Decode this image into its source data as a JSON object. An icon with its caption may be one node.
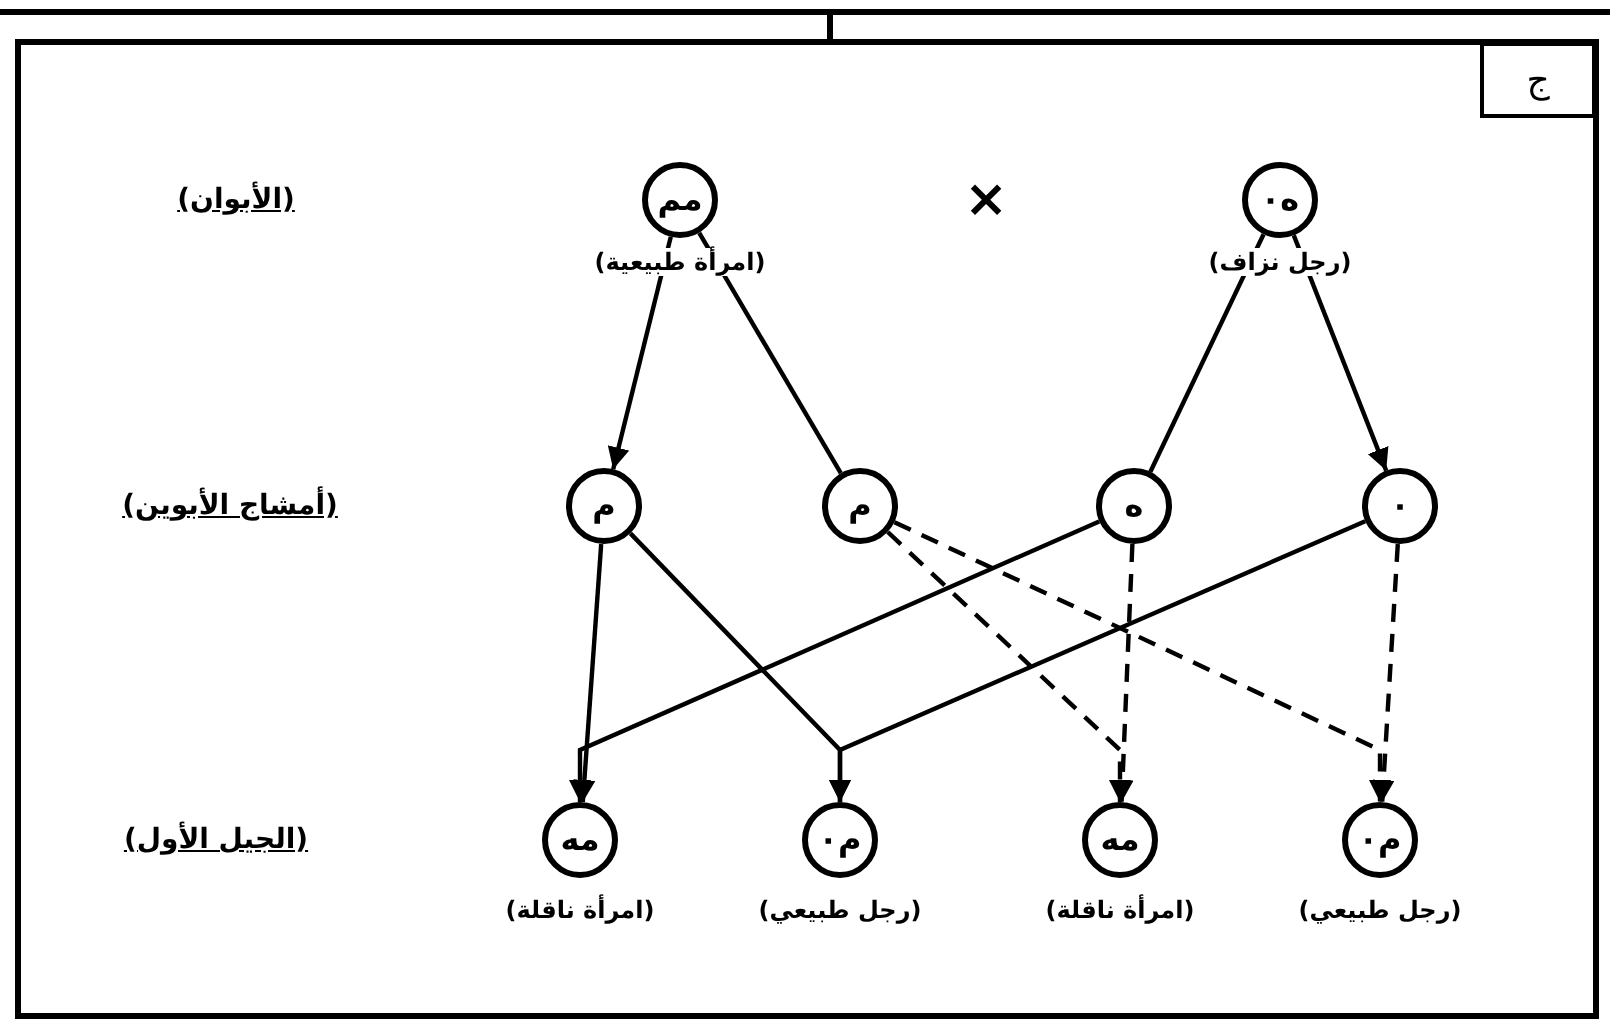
{
  "diagram": {
    "nodes": [
      {
        "text": [
          "مم"
        ],
        "beside": [
          "(امرأة طبيعية)"
        ]
      },
      {
        "text": [
          "ه٠"
        ],
        "beside": [
          "(رجل نزاف)"
        ]
      },
      {
        "text": [
          "م"
        ]
      },
      {
        "text": [
          "م"
        ]
      },
      {
        "text": [
          "ه"
        ]
      },
      {
        "text": [
          "٠"
        ]
      },
      {
        "text": [
          "مه"
        ],
        "beside": [
          "(امرأة ناقلة)"
        ]
      },
      {
        "text": [
          "م٠"
        ],
        "beside": [
          "(رجل طبيعي)"
        ]
      },
      {
        "text": [
          "مه"
        ],
        "beside": [
          "(امرأة ناقلة)"
        ]
      },
      {
        "text": [
          "م٠"
        ],
        "beside": [
          "(رجل طبيعي)"
        ]
      }
    ],
    "edges": [
      {
        "from": 0,
        "to": 2,
        "arrow": "to"
      },
      {
        "from": 0,
        "to": 3,
        "arrow": "none"
      },
      {
        "from": 1,
        "to": 4,
        "arrow": "none"
      },
      {
        "from": 1,
        "to": 5,
        "arrow": "to"
      },
      {
        "from": 2,
        "to": 6,
        "arrow": "to"
      },
      {
        "from": 2,
        "to": 7,
        "arrow": "to"
      },
      {
        "from": 4,
        "to": 6,
        "arrow": "to"
      },
      {
        "from": 5,
        "to": 7,
        "arrow": "to"
      },
      {
        "from": 3,
        "to": 8,
        "arrow": "to",
        "style": "dashed"
      },
      {
        "from": 3,
        "to": 9,
        "arrow": "to",
        "style": "dashed"
      },
      {
        "from": 4,
        "to": 8,
        "arrow": "to",
        "style": "dashed"
      },
      {
        "from": 5,
        "to": 9,
        "arrow": "to",
        "style": "dashed"
      }
    ],
    "labels": [
      "ج",
      "×",
      "(الأبوان)",
      "(أمشاج الأبوين)",
      "(الجيل الأول)"
    ]
  }
}
